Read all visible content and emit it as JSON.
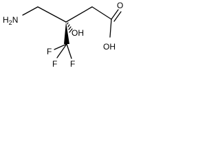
{
  "molecule": {
    "atoms": {
      "amine": {
        "text": "H",
        "sub": "2",
        "rest": "N"
      },
      "hydroxyl": {
        "text": "OH"
      },
      "acid_oxygen": {
        "text": "O"
      },
      "acid_hydroxyl": {
        "text": "OH"
      },
      "fluorine_1": {
        "text": "F"
      },
      "fluorine_2": {
        "text": "F"
      },
      "fluorine_3": {
        "text": "F"
      }
    },
    "colors": {
      "ink": "#000000",
      "background": "#ffffff"
    }
  }
}
